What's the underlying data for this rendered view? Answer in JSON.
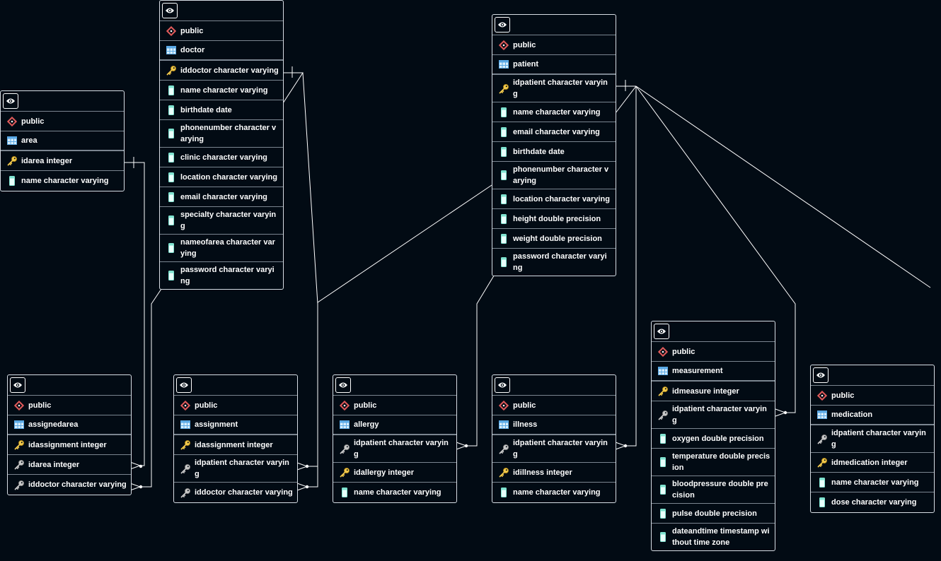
{
  "colors": {
    "background": "#020b14",
    "border": "#d7dde4",
    "divider": "#7b8590",
    "text": "#ffffff",
    "schema_icon": "#e05a5a",
    "table_icon": "#5aa9e6",
    "key_icon": "#f2c94c",
    "fk_icon": "#c8c8c8",
    "column_icon": "#7fe3d0",
    "line": "#ffffff"
  },
  "tables": [
    {
      "id": "area",
      "schema": "public",
      "name": "area",
      "columns": [
        {
          "icon": "primary-key-icon",
          "label": "idarea integer"
        },
        {
          "icon": "column-icon",
          "label": "name character varying"
        }
      ]
    },
    {
      "id": "doctor",
      "schema": "public",
      "name": "doctor",
      "columns": [
        {
          "icon": "primary-key-icon",
          "label": "iddoctor character varying"
        },
        {
          "icon": "column-icon",
          "label": "name character varying"
        },
        {
          "icon": "column-icon",
          "label": "birthdate date"
        },
        {
          "icon": "column-icon",
          "label": "phonenumber character varying"
        },
        {
          "icon": "column-icon",
          "label": "clinic character varying"
        },
        {
          "icon": "column-icon",
          "label": "location character varying"
        },
        {
          "icon": "column-icon",
          "label": "email character varying"
        },
        {
          "icon": "column-icon",
          "label": "specialty character varying"
        },
        {
          "icon": "column-icon",
          "label": "nameofarea character varying"
        },
        {
          "icon": "column-icon",
          "label": "password character varying"
        }
      ]
    },
    {
      "id": "patient",
      "schema": "public",
      "name": "patient",
      "columns": [
        {
          "icon": "primary-key-icon",
          "label": "idpatient character varying"
        },
        {
          "icon": "column-icon",
          "label": "name character varying"
        },
        {
          "icon": "column-icon",
          "label": "email character varying"
        },
        {
          "icon": "column-icon",
          "label": "birthdate date"
        },
        {
          "icon": "column-icon",
          "label": "phonenumber character varying"
        },
        {
          "icon": "column-icon",
          "label": "location character varying"
        },
        {
          "icon": "column-icon",
          "label": "height double precision"
        },
        {
          "icon": "column-icon",
          "label": "weight double precision"
        },
        {
          "icon": "column-icon",
          "label": "password character varying"
        }
      ]
    },
    {
      "id": "assignedarea",
      "schema": "public",
      "name": "assignedarea",
      "columns": [
        {
          "icon": "primary-key-icon",
          "label": "idassignment integer"
        },
        {
          "icon": "foreign-key-icon",
          "label": "idarea integer"
        },
        {
          "icon": "foreign-key-icon",
          "label": "iddoctor character varying"
        }
      ]
    },
    {
      "id": "assignment",
      "schema": "public",
      "name": "assignment",
      "columns": [
        {
          "icon": "primary-key-icon",
          "label": "idassignment integer"
        },
        {
          "icon": "foreign-key-icon",
          "label": "idpatient character varying"
        },
        {
          "icon": "foreign-key-icon",
          "label": "iddoctor character varying"
        }
      ]
    },
    {
      "id": "allergy",
      "schema": "public",
      "name": "allergy",
      "columns": [
        {
          "icon": "foreign-key-icon",
          "label": "idpatient character varying"
        },
        {
          "icon": "primary-key-icon",
          "label": "idallergy integer"
        },
        {
          "icon": "column-icon",
          "label": "name character varying"
        }
      ]
    },
    {
      "id": "illness",
      "schema": "public",
      "name": "illness",
      "columns": [
        {
          "icon": "foreign-key-icon",
          "label": "idpatient character varying"
        },
        {
          "icon": "primary-key-icon",
          "label": "idillness integer"
        },
        {
          "icon": "column-icon",
          "label": "name character varying"
        }
      ]
    },
    {
      "id": "measurement",
      "schema": "public",
      "name": "measurement",
      "columns": [
        {
          "icon": "primary-key-icon",
          "label": "idmeasure integer"
        },
        {
          "icon": "foreign-key-icon",
          "label": "idpatient character varying"
        },
        {
          "icon": "column-icon",
          "label": "oxygen double precision"
        },
        {
          "icon": "column-icon",
          "label": "temperature double precision"
        },
        {
          "icon": "column-icon",
          "label": "bloodpressure double precision"
        },
        {
          "icon": "column-icon",
          "label": "pulse double precision"
        },
        {
          "icon": "column-icon",
          "label": "dateandtime timestamp without time zone"
        }
      ]
    },
    {
      "id": "medication",
      "schema": "public",
      "name": "medication",
      "columns": [
        {
          "icon": "foreign-key-icon",
          "label": "idpatient character varying"
        },
        {
          "icon": "primary-key-icon",
          "label": "idmedication integer"
        },
        {
          "icon": "column-icon",
          "label": "name character varying"
        },
        {
          "icon": "column-icon",
          "label": "dose character varying"
        }
      ]
    }
  ]
}
